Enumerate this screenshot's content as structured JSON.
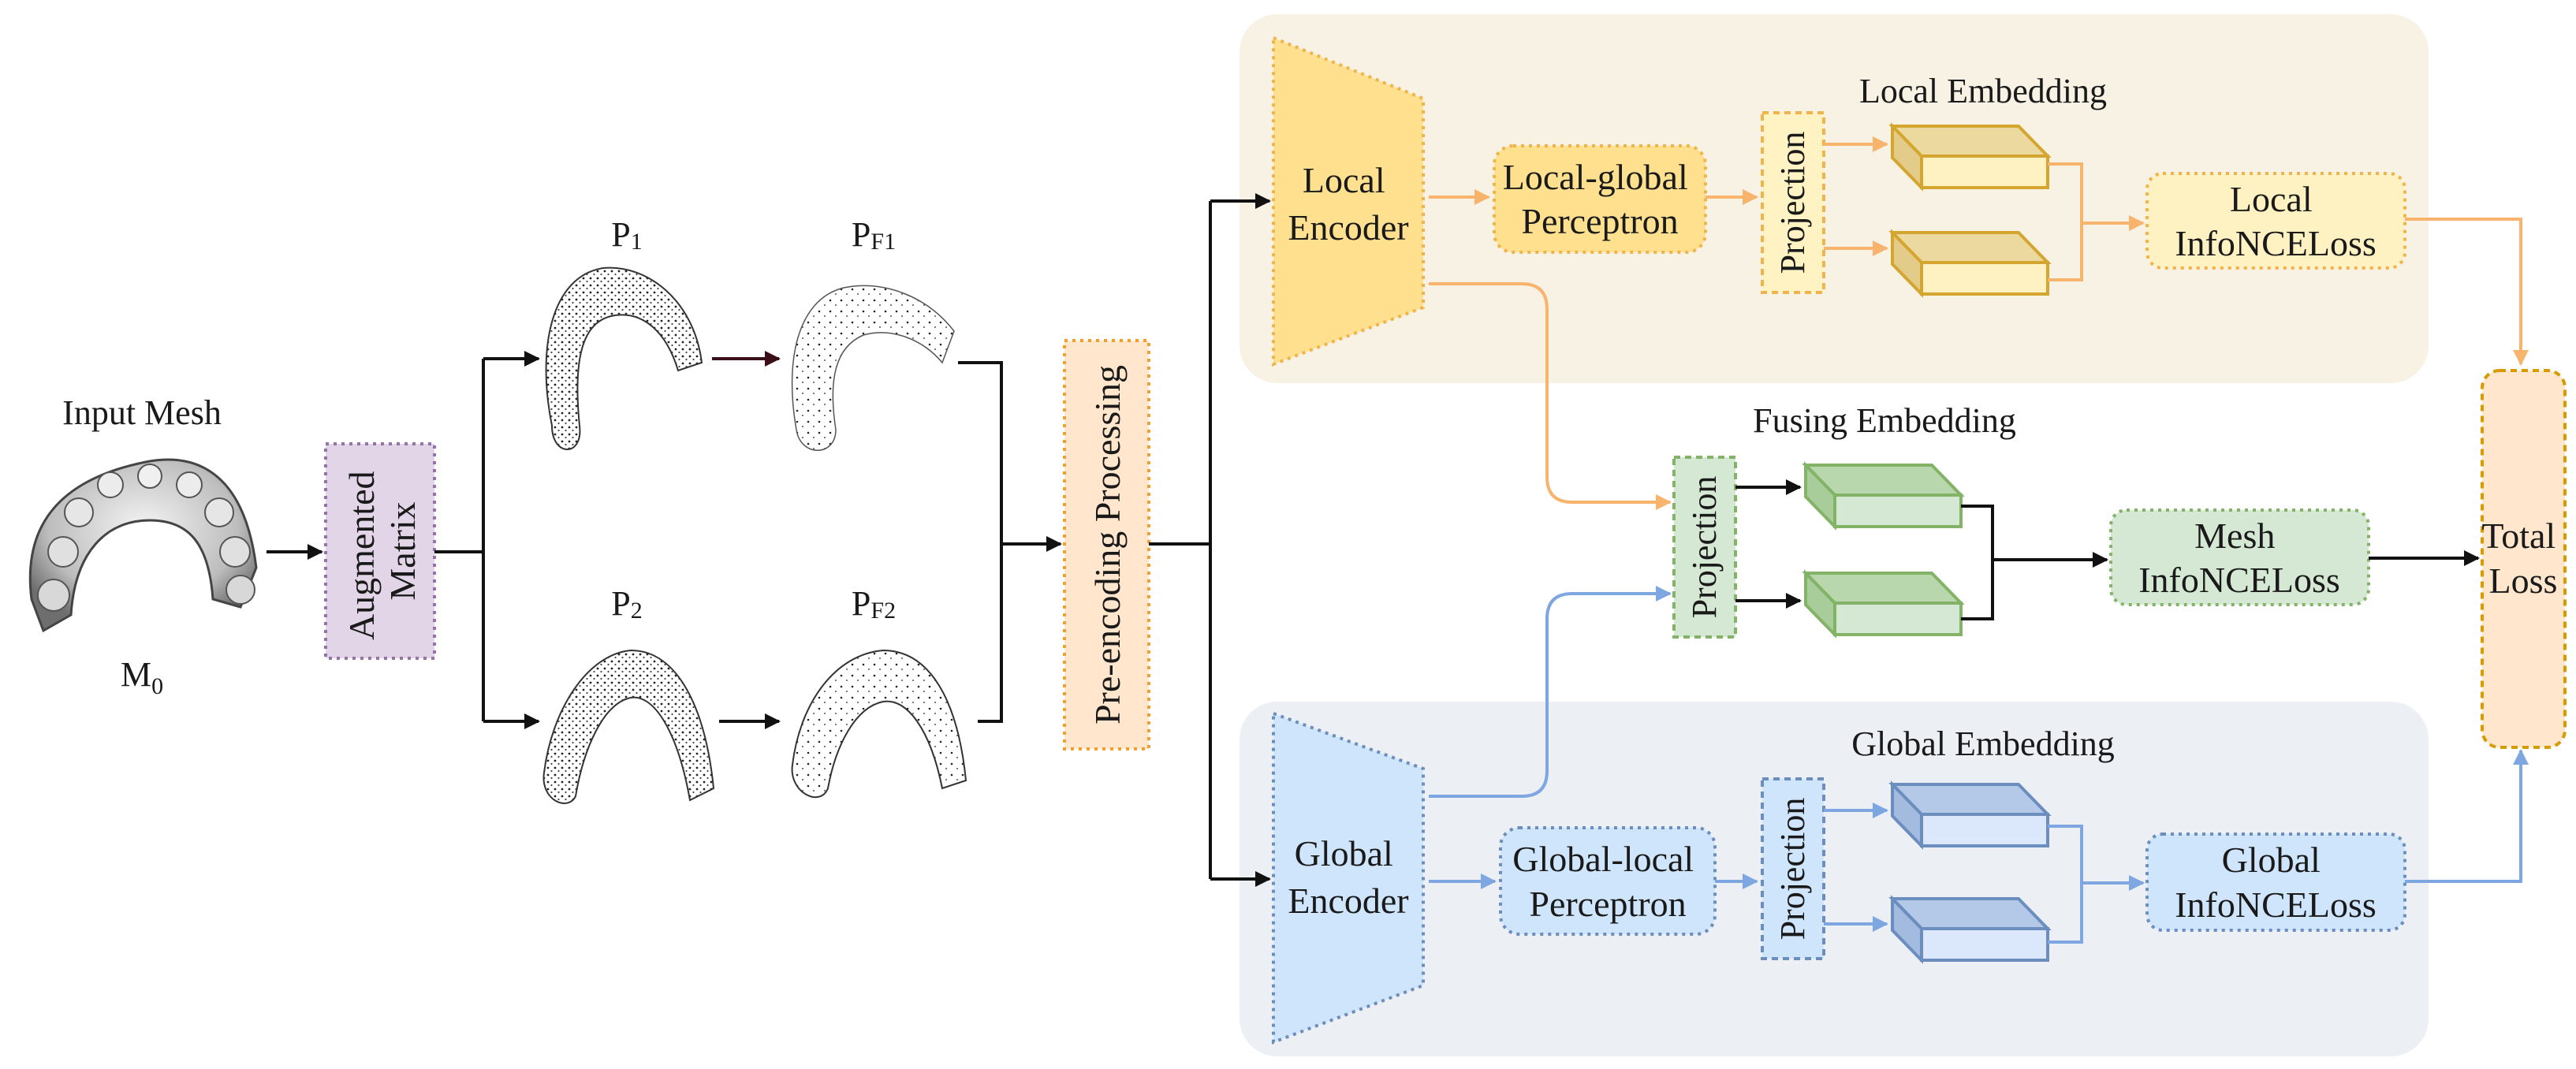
{
  "input": {
    "title": "Input Mesh",
    "mesh_label": "M",
    "mesh_sub": "0"
  },
  "augment": {
    "line1": "Augmented",
    "line2": "Matrix"
  },
  "views": {
    "p1": {
      "base": "P",
      "sub": "1"
    },
    "pf1": {
      "base": "P",
      "sub": "F1"
    },
    "p2": {
      "base": "P",
      "sub": "2"
    },
    "pf2": {
      "base": "P",
      "sub": "F2"
    }
  },
  "preprocess": {
    "label": "Pre-encoding Processing"
  },
  "local_branch": {
    "encoder_line1": "Local",
    "encoder_line2": "Encoder",
    "perceptron_line1": "Local-global",
    "perceptron_line2": "Perceptron",
    "projection": "Projection",
    "embedding_title": "Local Embedding",
    "loss_line1": "Local",
    "loss_line2": "InfoNCELoss"
  },
  "fusing_branch": {
    "embedding_title": "Fusing Embedding",
    "projection": "Projection",
    "loss_line1": "Mesh",
    "loss_line2": "InfoNCELoss"
  },
  "global_branch": {
    "encoder_line1": "Global",
    "encoder_line2": "Encoder",
    "perceptron_line1": "Global-local",
    "perceptron_line2": "Perceptron",
    "projection": "Projection",
    "embedding_title": "Global Embedding",
    "loss_line1": "Global",
    "loss_line2": "InfoNCELoss"
  },
  "total_loss": {
    "line1": "Total",
    "line2": "Loss"
  },
  "colors": {
    "local_panel": "#f7f2e4",
    "global_panel": "#eceff4",
    "local_fill": "#ffe08f",
    "local_stroke": "#f0b44a",
    "local_arrow": "#f8b46c",
    "fusing_fill": "#d5e8d4",
    "fusing_stroke": "#82b366",
    "global_fill": "#cfe5fb",
    "global_stroke": "#6c8ebf",
    "global_arrow": "#7ea6e0",
    "augment_fill": "#e1d5e7",
    "augment_stroke": "#9673a6",
    "preprocess_fill": "#ffe6cc",
    "preprocess_stroke": "#f0a030",
    "total_fill": "#ffe6cc",
    "total_stroke": "#d79b00",
    "pair_arrow": "#3a0f1a"
  },
  "icons": [
    "mesh-icon",
    "point-cloud-icon",
    "cuboid-icon",
    "trapezoid-encoder-icon"
  ]
}
